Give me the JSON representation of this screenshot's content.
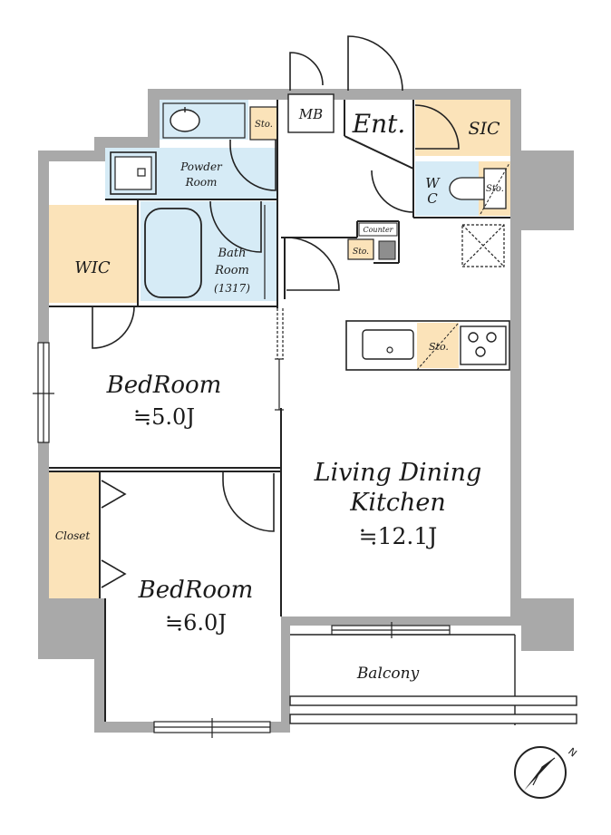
{
  "colors": {
    "wall": "#a9a9a9",
    "wet_area": "#d6ebf6",
    "storage": "#fbe3b9",
    "line": "#222222"
  },
  "rooms": {
    "mb": "MB",
    "entrance": "Ent.",
    "sic": "SIC",
    "sto_top": "Sto.",
    "sto_wc": "Sto.",
    "sto_hall": "Sto.",
    "sto_kitchen": "Sto.",
    "powder_line1": "Powder",
    "powder_line2": "Room",
    "wc_w": "W",
    "wc_c": "C",
    "counter": "Counter",
    "bath_line1": "Bath",
    "bath_line2": "Room",
    "bath_size": "(1317)",
    "wic": "WIC",
    "closet": "Closet",
    "bedroom1_name": "BedRoom",
    "bedroom1_size": "≒5.0J",
    "bedroom2_name": "BedRoom",
    "bedroom2_size": "≒6.0J",
    "ldk_line1": "Living Dining",
    "ldk_line2": "Kitchen",
    "ldk_size": "≒12.1J",
    "balcony": "Balcony"
  },
  "compass": {
    "north": "N"
  }
}
